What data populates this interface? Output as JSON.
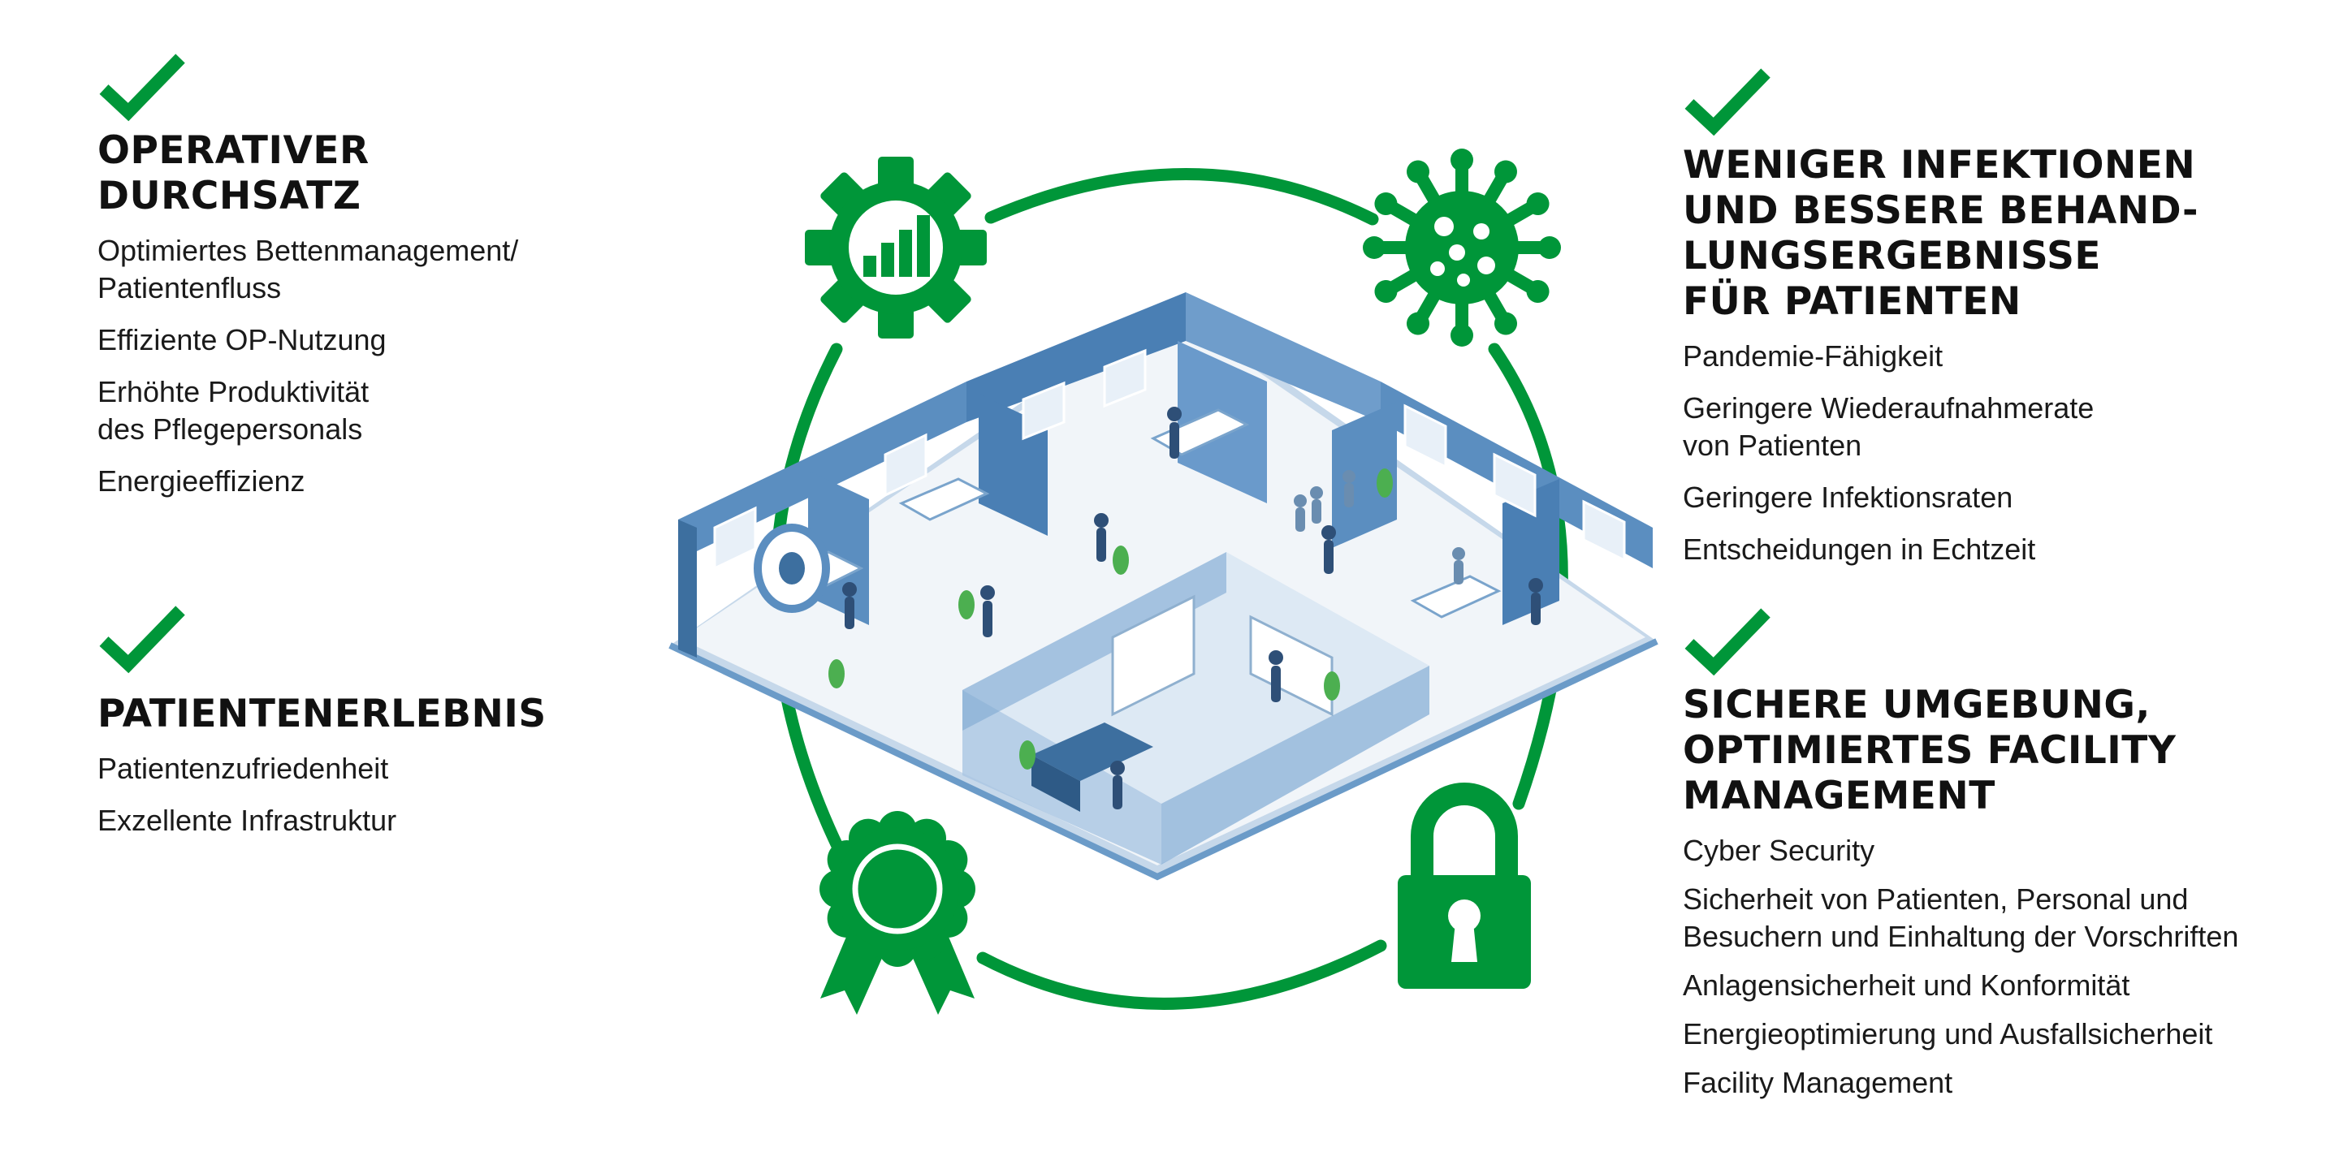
{
  "colors": {
    "accent": "#009639",
    "wall": "#5b8ec0",
    "wall_dark": "#3d6f9f",
    "floor": "#eef3f8"
  },
  "icons": [
    "check-icon",
    "gear-chart-icon",
    "virus-icon",
    "award-ribbon-icon",
    "padlock-icon",
    "hospital-floorplan-illustration"
  ],
  "sections": {
    "top_left": {
      "title_lines": [
        "OPERATIVER",
        "DURCHSATZ"
      ],
      "items": [
        [
          "Optimiertes Bettenmanagement/",
          "Patientenfluss"
        ],
        [
          "Effiziente OP-Nutzung"
        ],
        [
          "Erhöhte Produktivität",
          "des Pflegepersonals"
        ],
        [
          "Energieeffizienz"
        ]
      ]
    },
    "bottom_left": {
      "title_lines": [
        "PATIENTENERLEBNIS"
      ],
      "items": [
        [
          "Patientenzufriedenheit"
        ],
        [
          "Exzellente Infrastruktur"
        ]
      ]
    },
    "top_right": {
      "title_lines": [
        "WENIGER INFEKTIONEN",
        "UND BESSERE BEHAND-",
        "LUNGSERGEBNISSE",
        "FÜR PATIENTEN"
      ],
      "items": [
        [
          "Pandemie-Fähigkeit"
        ],
        [
          "Geringere Wiederaufnahmerate",
          "von Patienten"
        ],
        [
          "Geringere Infektionsraten"
        ],
        [
          "Entscheidungen in Echtzeit"
        ]
      ]
    },
    "bottom_right": {
      "title_lines": [
        "SICHERE UMGEBUNG,",
        "OPTIMIERTES FACILITY",
        "MANAGEMENT"
      ],
      "items": [
        [
          "Cyber Security"
        ],
        [
          "Sicherheit von Patienten, Personal und",
          "Besuchern und Einhaltung der Vorschriften"
        ],
        [
          "Anlagensicherheit und Konformität"
        ],
        [
          "Energieoptimierung und Ausfallsicherheit"
        ],
        [
          "Facility Management"
        ]
      ]
    }
  }
}
